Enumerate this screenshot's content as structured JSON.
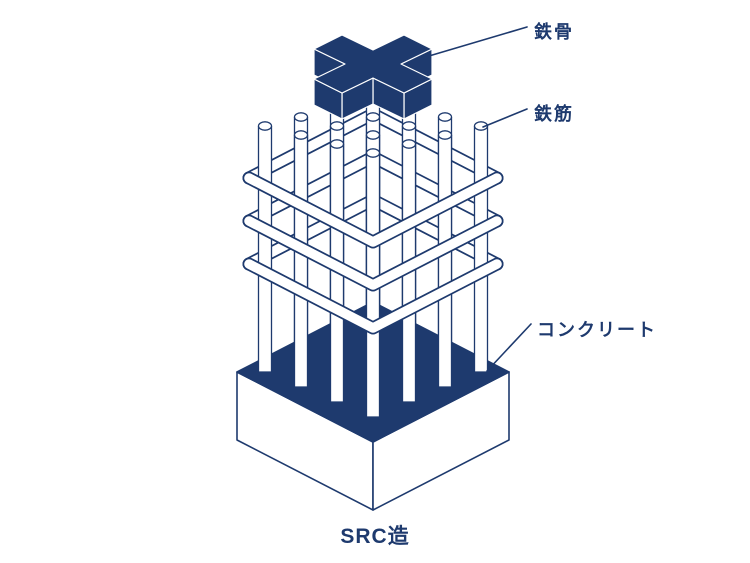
{
  "colors": {
    "navy": "#1e3a6e",
    "white": "#ffffff",
    "background": "#ffffff"
  },
  "labels": {
    "steel_frame": "鉄骨",
    "rebar": "鉄筋",
    "concrete": "コンクリート"
  },
  "caption": "SRC造"
}
